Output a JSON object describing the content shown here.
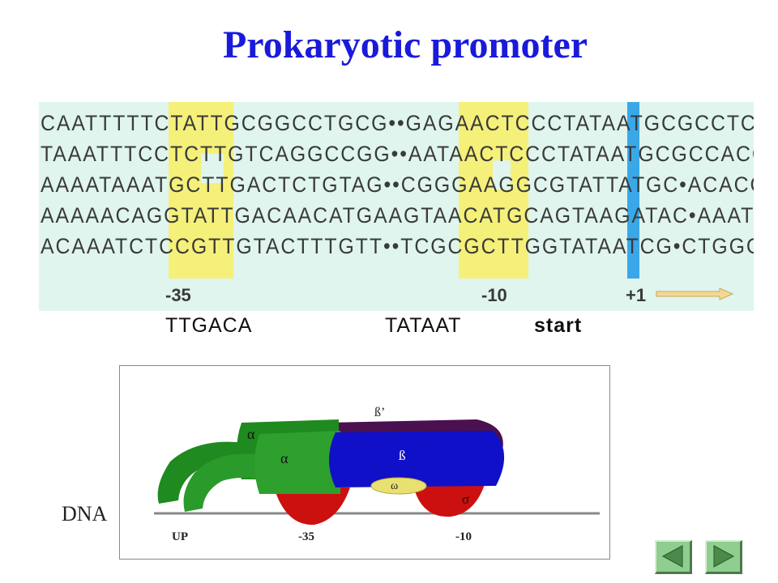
{
  "title": "Prokaryotic promoter",
  "sequences": [
    "CAATTTTTCTATTGCGGCCTGCG••GAGAACTCCCTATAATGCGCCTCCATCGACACGGC",
    "TAAATTTCCTCTTGTCAGGCCGG••AATAACTCCCTATAATGCGCCACCACTGACACGGA",
    "AAAATAAATGCTTGACTCTGTAG••CGGGAAGGCGTATTATGC•ACACCCCGCGCCGCTG",
    "AAAAACAGGTATTGACAACATGAAGTAACATGCAGTAAGATAC•AAATCGCTAGGTAACA",
    "ACAAATCTCCGTTGTACTTTGTT••TCGCGCTTGGTATAATCG•CTGGGGGTCAAAGATG"
  ],
  "position_labels": {
    "minus35": "-35",
    "minus10": "-10",
    "plus1": "+1"
  },
  "motifs": {
    "m35": "TTGACA",
    "m10": "TATAAT",
    "start": "start"
  },
  "polymerase": {
    "beta_prime": "ß’",
    "alpha_top": "α",
    "alpha_front": "α",
    "beta": "ß",
    "omega": "ω",
    "sigma": "σ"
  },
  "dna_label": "DNA",
  "dna_positions": {
    "up": "UP",
    "m35": "-35",
    "m10": "-10"
  },
  "colors": {
    "title": "#1a1adb",
    "highlight_yellow": "#f5f07a",
    "highlight_blue": "#3aa8e8",
    "panel_bg": "#dff5ee",
    "alpha_green": "#1f8a1f",
    "beta_blue": "#1010c8",
    "sigma_red": "#cc1010",
    "beta_prime_purple": "#4a1050",
    "omega_yellow": "#e8e070"
  },
  "nav": {
    "prev": "previous-icon",
    "next": "next-icon"
  }
}
